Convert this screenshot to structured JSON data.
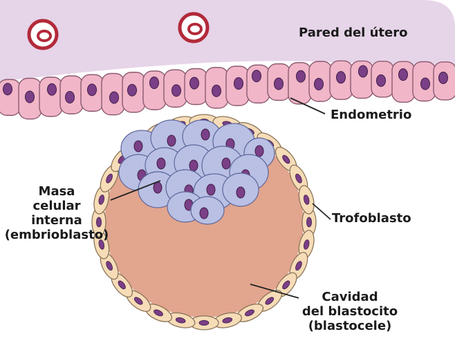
{
  "labels": {
    "uterine_wall": "Pared del útero",
    "endometrium": "Endometrio",
    "inner_cell_mass": [
      "Masa",
      "celular",
      "interna",
      "(embrioblasto)"
    ],
    "trophoblast": "Trofoblasto",
    "blastocoel": [
      "Cavidad",
      "del blastocito",
      "(blastocele)"
    ]
  },
  "colors": {
    "uterus_wall": "#e6d4e8",
    "endometrium_cell": "#f1b6c8",
    "endometrium_cell_edge": "#8c5a70",
    "nucleus": "#7a3f86",
    "nucleus_edge": "#3f1e47",
    "trophoblast_cell": "#f6dcb7",
    "trophoblast_edge": "#8a7458",
    "icm_cell": "#b9c0e4",
    "icm_edge": "#5d6699",
    "cavity": "#e2a58e",
    "vessel": "#b22a3a",
    "leader_line": "#222222"
  },
  "icons": [
    "blood-vessel-icon",
    "blood-vessel-icon"
  ]
}
